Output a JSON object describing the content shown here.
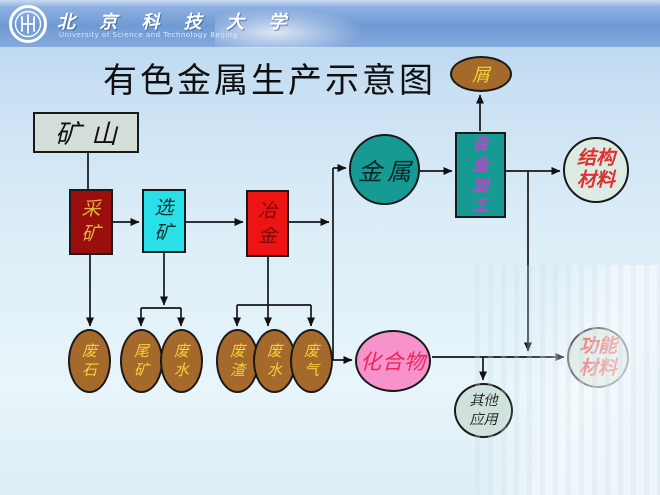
{
  "banner": {
    "university_name": "北 京 科 技 大 学",
    "university_name_en": "University of Science and Technology Beijing"
  },
  "title": "有色金属生产示意图",
  "diagram": {
    "nodes": {
      "mine": {
        "label": "矿山"
      },
      "mining": {
        "label": "采矿"
      },
      "ore_dressing": {
        "label": "选矿"
      },
      "metallurgy": {
        "label": "冶金"
      },
      "metal": {
        "label": "金属"
      },
      "alloy_processing": {
        "label": "合金加工"
      },
      "scrap": {
        "label": "屑"
      },
      "structural_materials": {
        "label": "结构材料"
      },
      "functional_materials": {
        "label": "功能材料"
      },
      "compound": {
        "label": "化合物"
      },
      "other_applications": {
        "label": "其他应用"
      },
      "waste_rock": {
        "label": "废石"
      },
      "tailings": {
        "label": "尾矿"
      },
      "waste_water_dressing": {
        "label": "废水"
      },
      "waste_slag": {
        "label": "废渣"
      },
      "waste_water_smelting": {
        "label": "废水"
      },
      "waste_gas": {
        "label": "废气"
      }
    },
    "colors": {
      "dark_red_box": "#9b0e0e",
      "cyan_box": "#29dfe8",
      "red_box": "#ee1414",
      "teal_node": "#179a94",
      "brown_node": "#a56a2b",
      "pink_node": "#f792cd",
      "pale_node": "#d9e8e1",
      "gold_text": "#e0b045",
      "magenta_text": "#cb3ecb",
      "red_text": "#e03030",
      "banner_blue": "#6f9ad4"
    }
  }
}
